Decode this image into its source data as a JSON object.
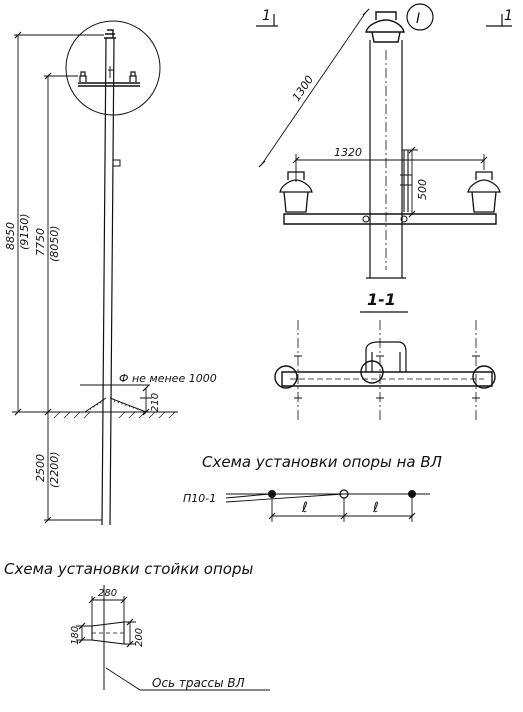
{
  "labels": {
    "section_left": "1",
    "section_right": "1",
    "detail_mark": "I",
    "dim_1300": "1300",
    "dim_1320": "1320",
    "dim_500": "500",
    "section_title": "1-1",
    "dim_total": "8850",
    "dim_total_alt": "(9150)",
    "dim_above": "7750",
    "dim_above_alt": "(8050)",
    "note_min": "Ф не менее 1000",
    "dim_210": "210",
    "dim_below": "2500",
    "dim_below_alt": "(2200)",
    "title_vl": "Схема установки опоры на ВЛ",
    "pole_mark": "П10-1",
    "span_1": "ℓ",
    "span_2": "ℓ",
    "title_post": "Схема установки стойки опоры",
    "dim_280": "280",
    "dim_180": "180",
    "dim_200": "200",
    "axis_label": "Ось трассы ВЛ"
  }
}
